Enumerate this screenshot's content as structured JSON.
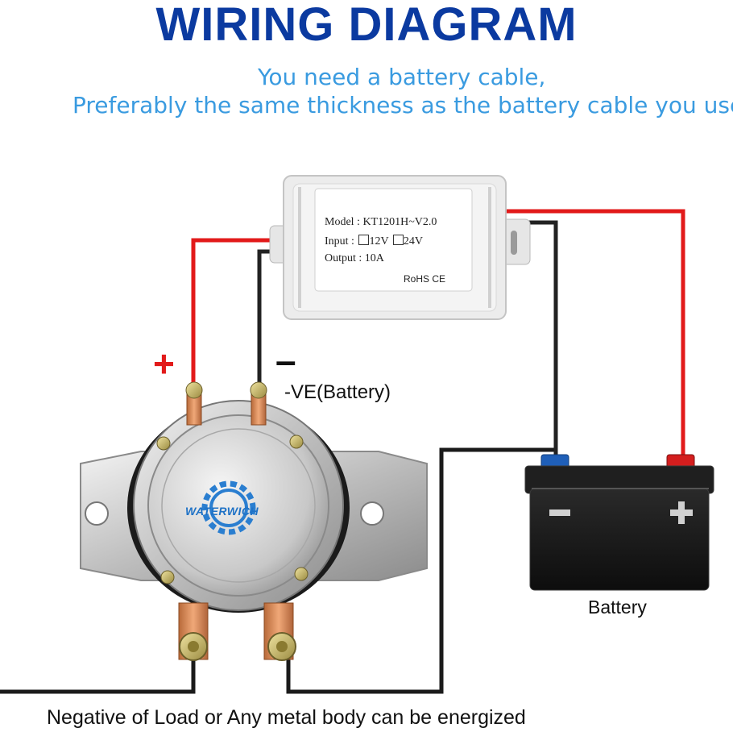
{
  "title": "WIRING DIAGRAM",
  "subtitle_line1": "You need a battery cable,",
  "subtitle_line2": "Preferably the same thickness as the battery cable you use",
  "module": {
    "model_line": "Model : KT1201H~V2.0",
    "input_prefix": "Input :",
    "input_opt1": "12V",
    "input_opt2": "24V",
    "output_line": "Output : 10A",
    "certs": "RoHS CE"
  },
  "solenoid": {
    "brand": "WATERWICH",
    "positive_sign": "+",
    "negative_sign": "–",
    "negative_label": "-VE(Battery)"
  },
  "battery": {
    "label": "Battery",
    "neg_symbol": "–",
    "pos_symbol": "+"
  },
  "bottom_note": "Negative of Load or Any metal body can be energized",
  "colors": {
    "title": "#0b3aa0",
    "subtitle": "#3a9be0",
    "red_wire": "#e21a1a",
    "black_wire": "#222222",
    "battery_body": "#1a1a1a",
    "neg_terminal": "#1f5fb8",
    "pos_terminal": "#d41e1e"
  }
}
